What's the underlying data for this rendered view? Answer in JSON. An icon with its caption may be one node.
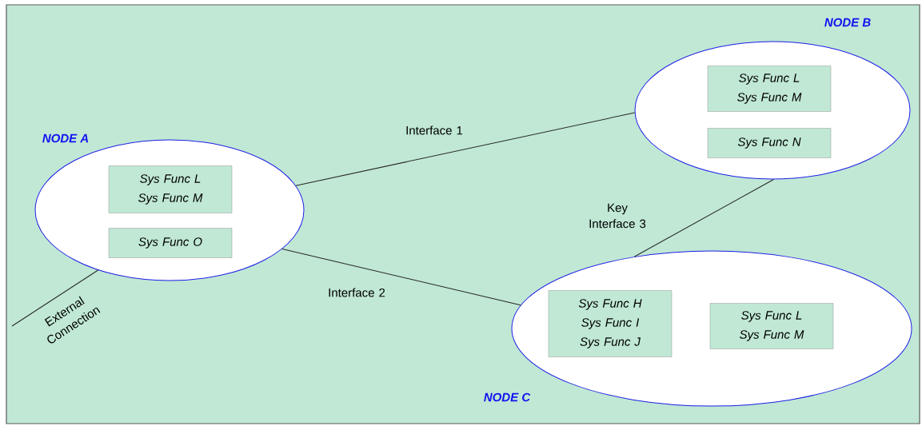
{
  "diagram": {
    "nodes": [
      {
        "text": [
          "NODE A"
        ]
      },
      {
        "text": [
          "Sys Func L Sys Func M"
        ],
        "in": 0
      },
      {
        "text": [
          "Sys Func O"
        ],
        "in": 0
      },
      {
        "text": [
          "NODE B"
        ]
      },
      {
        "text": [
          "Sys Func L Sys Func M"
        ],
        "in": 3
      },
      {
        "text": [
          "Sys Func N"
        ],
        "in": 3
      },
      {
        "text": [
          "NODE C"
        ]
      },
      {
        "text": [
          "Sys Func H Sys Func I Sys Func J"
        ],
        "in": 6
      },
      {
        "text": [
          "Sys Func L Sys Func M"
        ],
        "in": 6
      }
    ],
    "edges": [
      {
        "from": 0,
        "to": 3,
        "arrow": "none",
        "label": "Interface 1"
      },
      {
        "from": 0,
        "to": 6,
        "arrow": "none",
        "label": "Interface 2"
      },
      {
        "from": 6,
        "to": 3,
        "arrow": "none",
        "label": "Key Interface 3"
      },
      {
        "from": null,
        "to": 0,
        "arrow": "none",
        "label": "External Connection"
      }
    ]
  }
}
